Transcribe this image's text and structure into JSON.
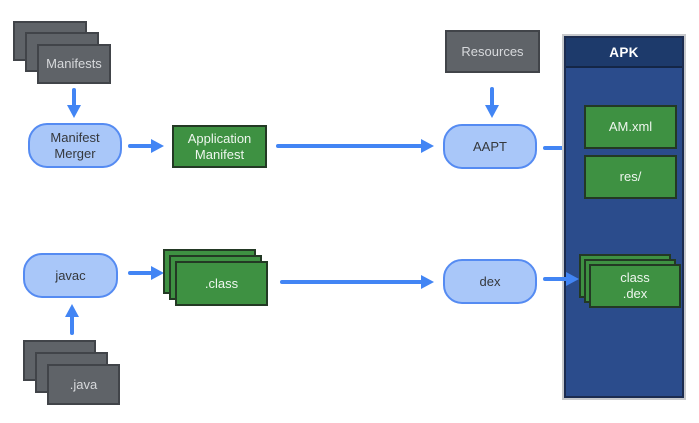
{
  "colors": {
    "background": "#ffffff",
    "arrow_blue": "#4285f4",
    "process_fill": "#a9c7f9",
    "process_border": "#558bf2",
    "artifact_green": "#3e9142",
    "source_gray": "#5f6368",
    "apk_body_blue": "#2b4c8c",
    "apk_header_blue": "#1d3a6b"
  },
  "nodes": {
    "manifests": {
      "label": "Manifests"
    },
    "manifest_merger": {
      "label": "Manifest\nMerger"
    },
    "application_manifest": {
      "label": "Application\nManifest"
    },
    "resources": {
      "label": "Resources"
    },
    "aapt": {
      "label": "AAPT"
    },
    "javac": {
      "label": "javac"
    },
    "class_files": {
      "label": ".class"
    },
    "dex": {
      "label": "dex"
    },
    "java_files": {
      "label": ".java"
    },
    "apk": {
      "header": "APK",
      "am_xml": "AM.xml",
      "res": "res/",
      "class_dex": "class\n.dex"
    }
  }
}
